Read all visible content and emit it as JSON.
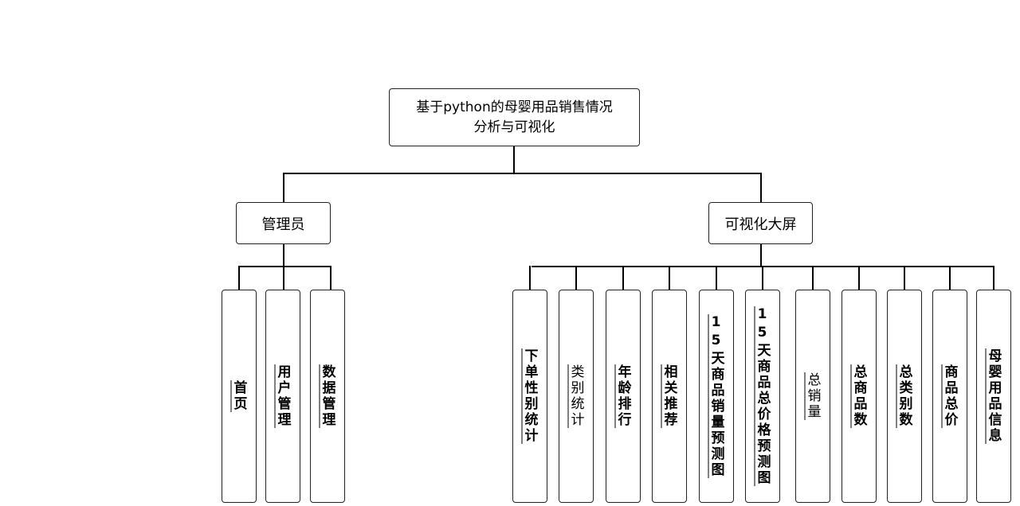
{
  "root": {
    "line1": "基于python的母婴用品销售情况",
    "line2": "分析与可视化"
  },
  "admin": {
    "label": "管理员",
    "children": [
      "首页",
      "用户管理",
      "数据管理"
    ]
  },
  "screen": {
    "label": "可视化大屏",
    "children": [
      "下单性别统计",
      "类别统计",
      "年龄排行",
      "相关推荐",
      "15天商品销量预测图",
      "15天商品总价格预测图",
      "总销量",
      "总商品数",
      "总类别数",
      "商品总价",
      "母婴用品信息"
    ]
  }
}
